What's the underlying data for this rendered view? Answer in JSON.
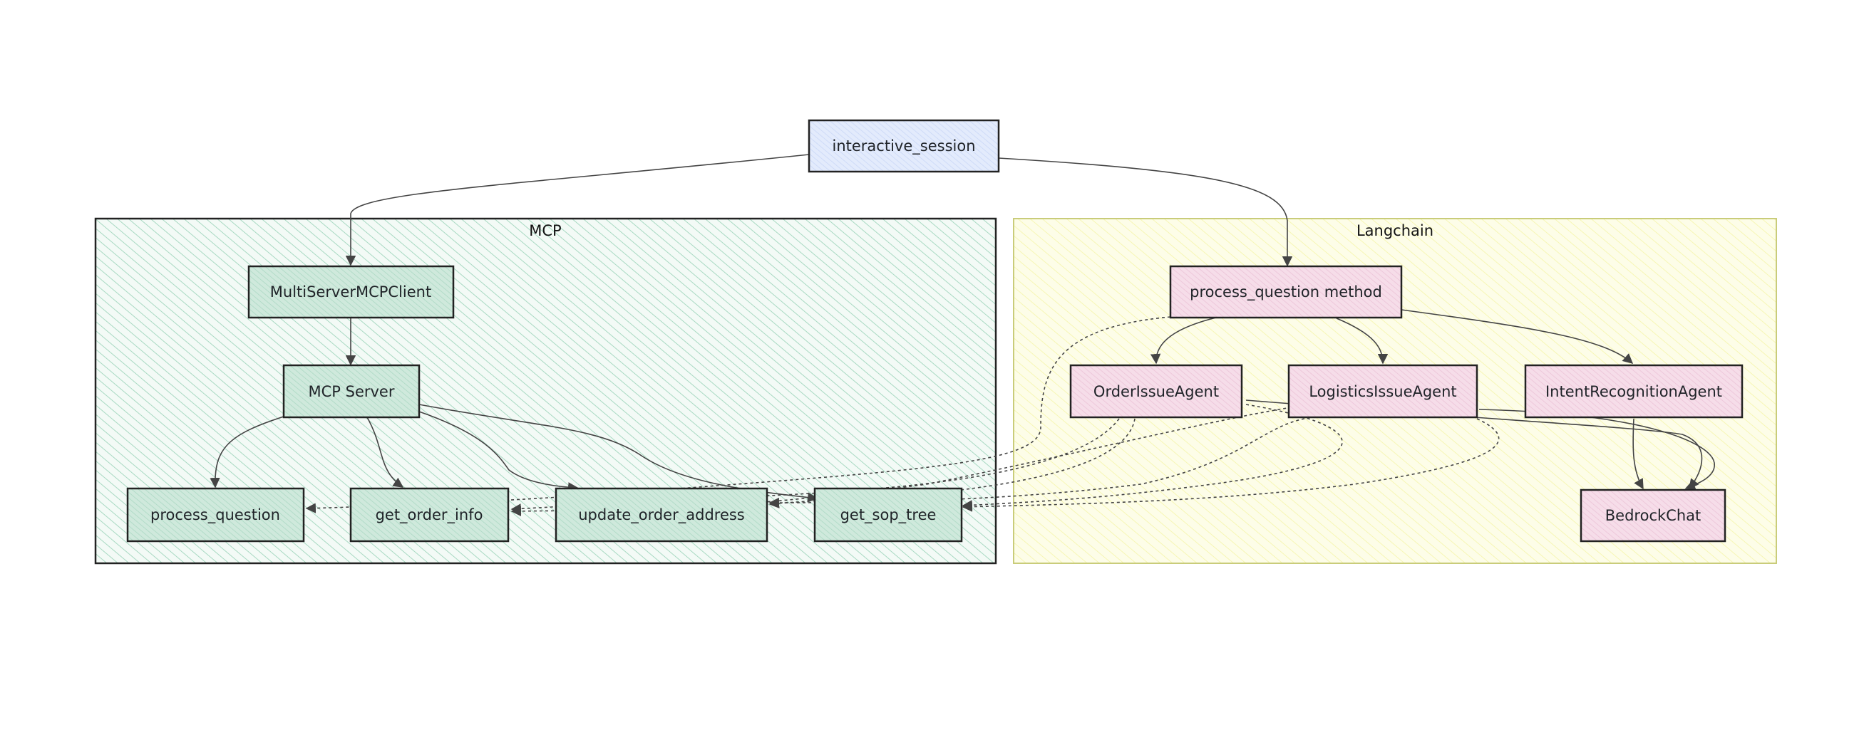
{
  "groups": {
    "mcp": {
      "title": "MCP",
      "color": "#8fceb0"
    },
    "langchain": {
      "title": "Langchain",
      "color": "#f6f6a6"
    }
  },
  "nodes": {
    "interactive_session": {
      "label": "interactive_session",
      "color": "#dbe5fb"
    },
    "mcp_client": {
      "label": "MultiServerMCPClient",
      "color": "#c0e2d3"
    },
    "mcp_server": {
      "label": "MCP Server",
      "color": "#c0e2d3"
    },
    "tool_process_question": {
      "label": "process_question",
      "color": "#c0e2d3"
    },
    "tool_get_order_info": {
      "label": "get_order_info",
      "color": "#c0e2d3"
    },
    "tool_update_order_address": {
      "label": "update_order_address",
      "color": "#c0e2d3"
    },
    "tool_get_sop_tree": {
      "label": "get_sop_tree",
      "color": "#c0e2d3"
    },
    "process_question_method": {
      "label": "process_question method",
      "color": "#f1d2e2"
    },
    "order_issue_agent": {
      "label": "OrderIssueAgent",
      "color": "#f1d2e2"
    },
    "logistics_issue_agent": {
      "label": "LogisticsIssueAgent",
      "color": "#f1d2e2"
    },
    "intent_recognition_agent": {
      "label": "IntentRecognitionAgent",
      "color": "#f1d2e2"
    },
    "bedrock_chat": {
      "label": "BedrockChat",
      "color": "#f1d2e2"
    }
  },
  "edges": [
    {
      "from": "interactive_session",
      "to": "mcp_client",
      "style": "solid"
    },
    {
      "from": "interactive_session",
      "to": "process_question_method",
      "style": "solid"
    },
    {
      "from": "mcp_client",
      "to": "mcp_server",
      "style": "solid"
    },
    {
      "from": "mcp_server",
      "to": "tool_process_question",
      "style": "solid"
    },
    {
      "from": "mcp_server",
      "to": "tool_get_order_info",
      "style": "solid"
    },
    {
      "from": "mcp_server",
      "to": "tool_update_order_address",
      "style": "solid"
    },
    {
      "from": "mcp_server",
      "to": "tool_get_sop_tree",
      "style": "solid"
    },
    {
      "from": "process_question_method",
      "to": "order_issue_agent",
      "style": "solid"
    },
    {
      "from": "process_question_method",
      "to": "logistics_issue_agent",
      "style": "solid"
    },
    {
      "from": "process_question_method",
      "to": "intent_recognition_agent",
      "style": "solid"
    },
    {
      "from": "process_question_method",
      "to": "tool_process_question",
      "style": "dashed"
    },
    {
      "from": "order_issue_agent",
      "to": "tool_get_order_info",
      "style": "dashed"
    },
    {
      "from": "order_issue_agent",
      "to": "tool_update_order_address",
      "style": "dashed"
    },
    {
      "from": "order_issue_agent",
      "to": "tool_get_sop_tree",
      "style": "dashed"
    },
    {
      "from": "logistics_issue_agent",
      "to": "tool_get_order_info",
      "style": "dashed"
    },
    {
      "from": "logistics_issue_agent",
      "to": "tool_update_order_address",
      "style": "dashed"
    },
    {
      "from": "logistics_issue_agent",
      "to": "tool_get_sop_tree",
      "style": "dashed"
    },
    {
      "from": "order_issue_agent",
      "to": "bedrock_chat",
      "style": "solid"
    },
    {
      "from": "logistics_issue_agent",
      "to": "bedrock_chat",
      "style": "solid"
    },
    {
      "from": "intent_recognition_agent",
      "to": "bedrock_chat",
      "style": "solid"
    }
  ]
}
